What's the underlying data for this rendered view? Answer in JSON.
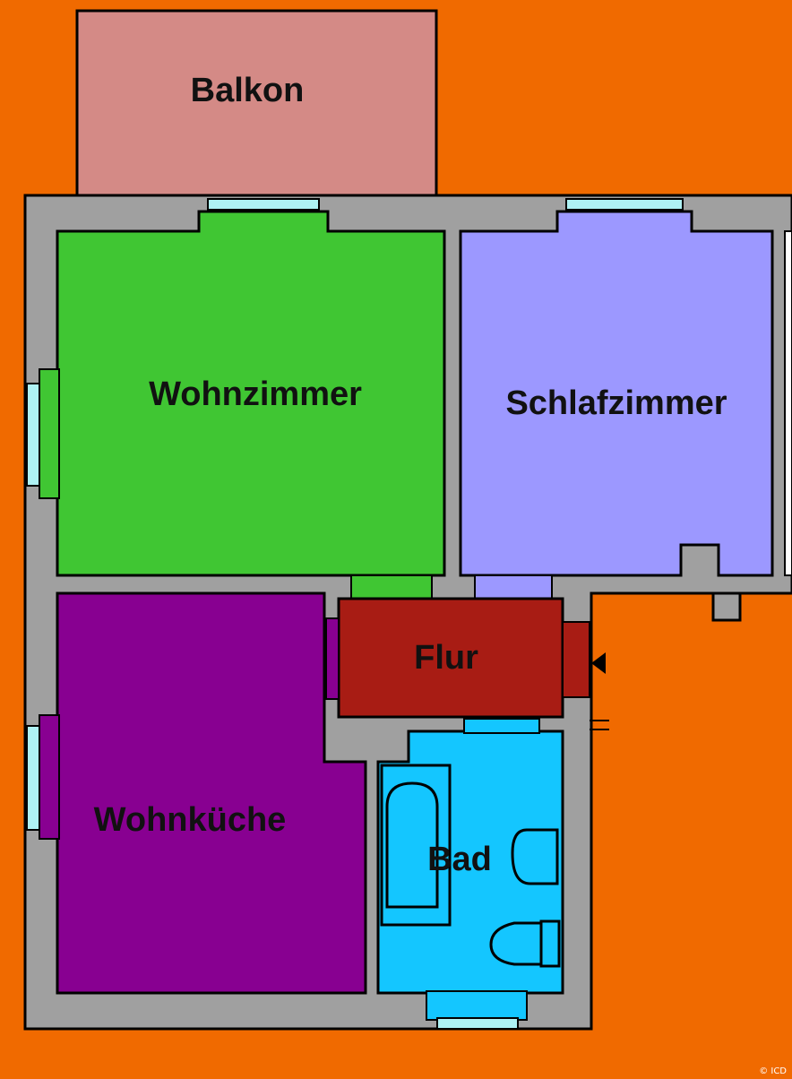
{
  "colors": {
    "background": "#f06a00",
    "wall": "#a0a0a0",
    "outline": "#000000",
    "window": "#aef2f4",
    "balkon": "#d48a86",
    "wohnzimmer": "#40c633",
    "schlafzimmer": "#9c98ff",
    "flur": "#a81c14",
    "wohnkueche": "#880091",
    "bad": "#14c6ff"
  },
  "rooms": {
    "balkon": "Balkon",
    "wohnzimmer": "Wohnzimmer",
    "schlafzimmer": "Schlafzimmer",
    "flur": "Flur",
    "wohnkueche": "Wohnküche",
    "bad": "Bad"
  },
  "copyright": "© ICD"
}
